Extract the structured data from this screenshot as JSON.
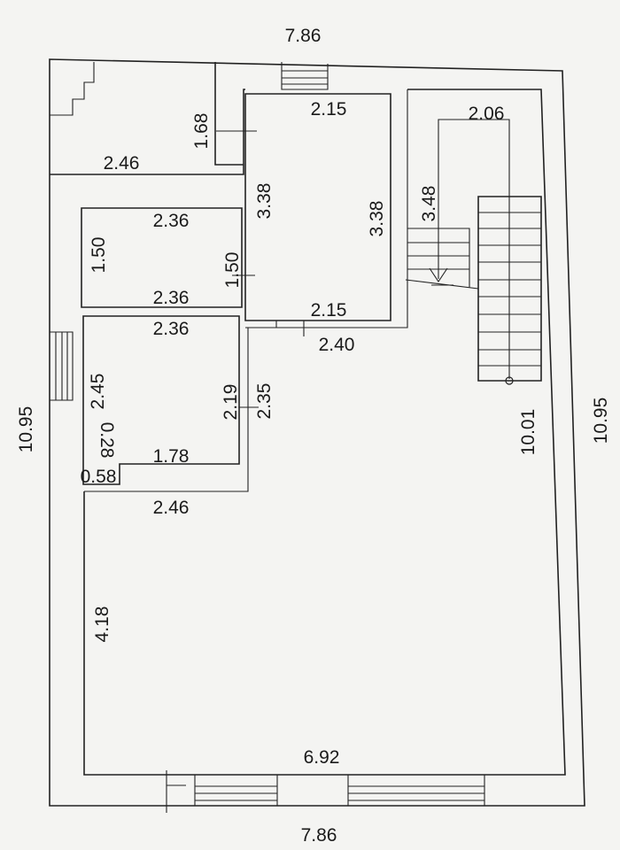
{
  "plan": {
    "ink_color": "#222222",
    "paper_color": "#f4f4f2",
    "dimensions": {
      "outer_top": "7.86",
      "outer_bottom": "7.86",
      "outer_left": "10.95",
      "outer_right": "10.95",
      "inner_right": "10.01",
      "inner_bottom": "6.92",
      "left_lower": "4.18",
      "corner_room_width": "2.46",
      "corner_room_height": "1.68",
      "room_a_top": "2.15",
      "room_a_bottom": "2.15",
      "room_a_left": "3.38",
      "room_a_right": "3.38",
      "room_b_top": "2.36",
      "room_b_bottom": "2.36",
      "room_b_left": "1.50",
      "room_b_right": "1.50",
      "room_c_top": "2.36",
      "room_c_left": "2.45",
      "room_c_right": "2.19",
      "room_c_outer_right": "2.35",
      "room_c_bottom": "1.78",
      "niche_height": "0.28",
      "niche_width": "0.58",
      "corridor_bottom": "2.46",
      "corridor_span": "2.40",
      "stair_width": "2.06",
      "stair_height": "3.48"
    }
  }
}
